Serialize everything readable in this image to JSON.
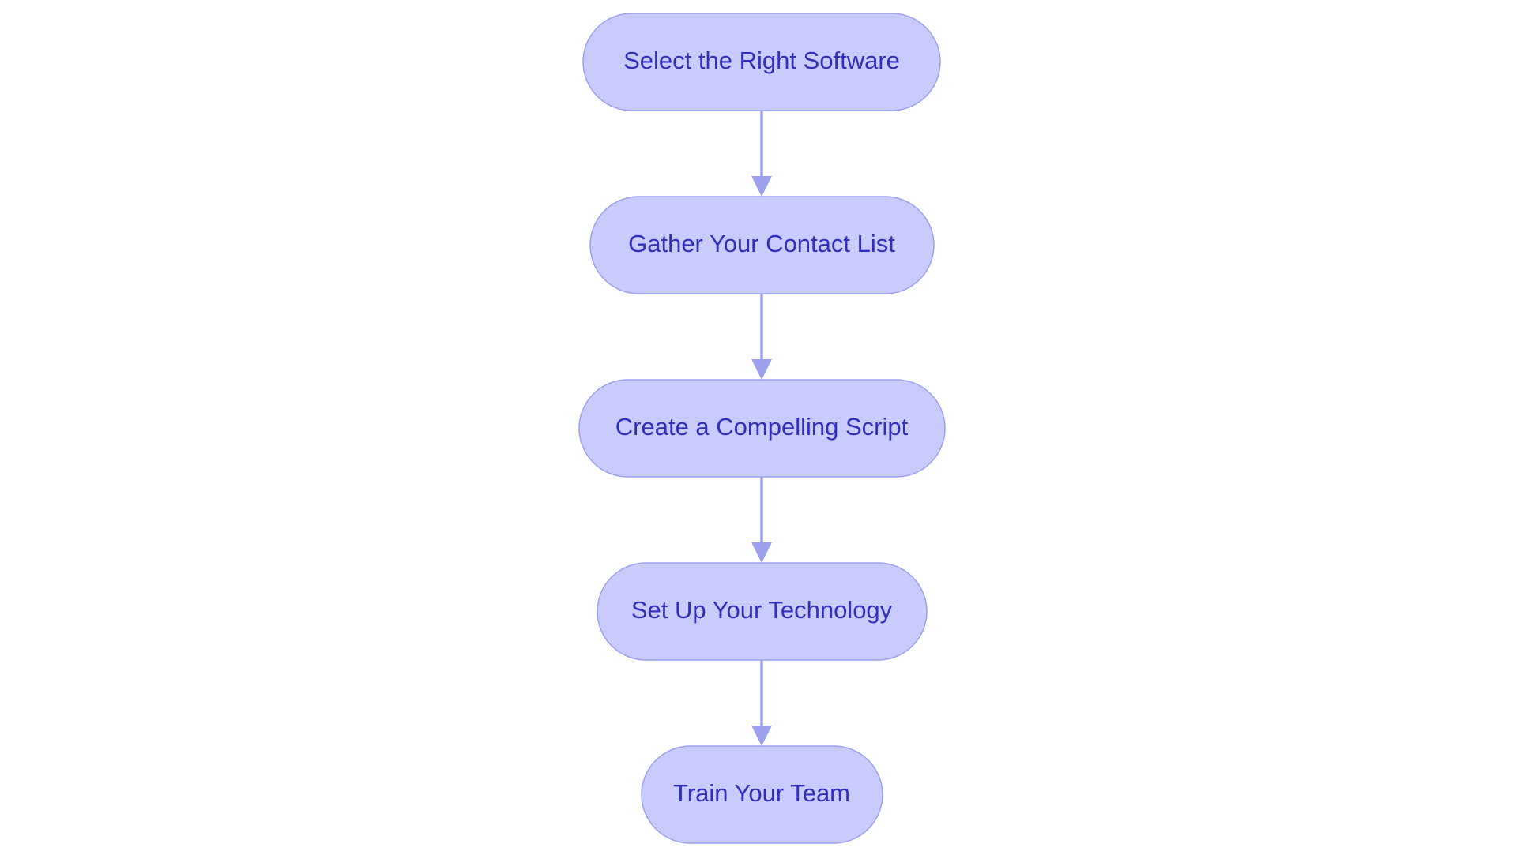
{
  "diagram": {
    "type": "flowchart",
    "direction": "top-to-bottom",
    "colors": {
      "node_fill": "#c9cbfd",
      "node_border": "#9aa0ee",
      "node_text": "#2e2fbf",
      "edge": "#9aa0ee",
      "background": "#ffffff"
    },
    "nodes": [
      {
        "id": "n1",
        "label": "Select the Right Software"
      },
      {
        "id": "n2",
        "label": "Gather Your Contact List"
      },
      {
        "id": "n3",
        "label": "Create a Compelling Script"
      },
      {
        "id": "n4",
        "label": "Set Up Your Technology"
      },
      {
        "id": "n5",
        "label": "Train Your Team"
      }
    ],
    "edges": [
      {
        "from": "n1",
        "to": "n2"
      },
      {
        "from": "n2",
        "to": "n3"
      },
      {
        "from": "n3",
        "to": "n4"
      },
      {
        "from": "n4",
        "to": "n5"
      }
    ]
  }
}
